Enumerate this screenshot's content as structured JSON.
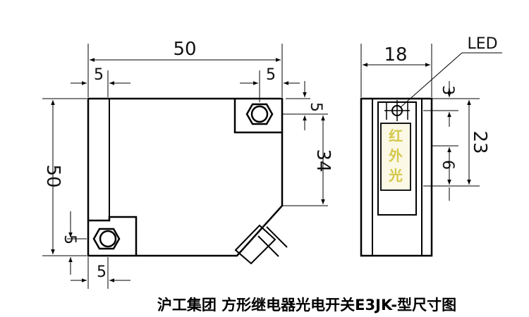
{
  "front_view": {
    "width_total": "50",
    "height_total": "50",
    "hole_offset_x_top": "5",
    "hole_offset_x_right": "5",
    "hole_offset_y_top": "5",
    "hole_spacing_vertical": "34",
    "hole_offset_y_bottom": "5",
    "hole_offset_x_bottom": "5"
  },
  "side_view": {
    "width": "18",
    "led_label": "LED",
    "led_offset": "3",
    "window_height": "23",
    "window_offset": "6",
    "sticker_label": "红外光"
  },
  "caption": "沪工集团 方形继电器光电开关E3JK-型尺寸图",
  "colors": {
    "line": "#000000",
    "sticker_bg": "#fbf8e6",
    "sticker_text": "#d4c84a"
  }
}
